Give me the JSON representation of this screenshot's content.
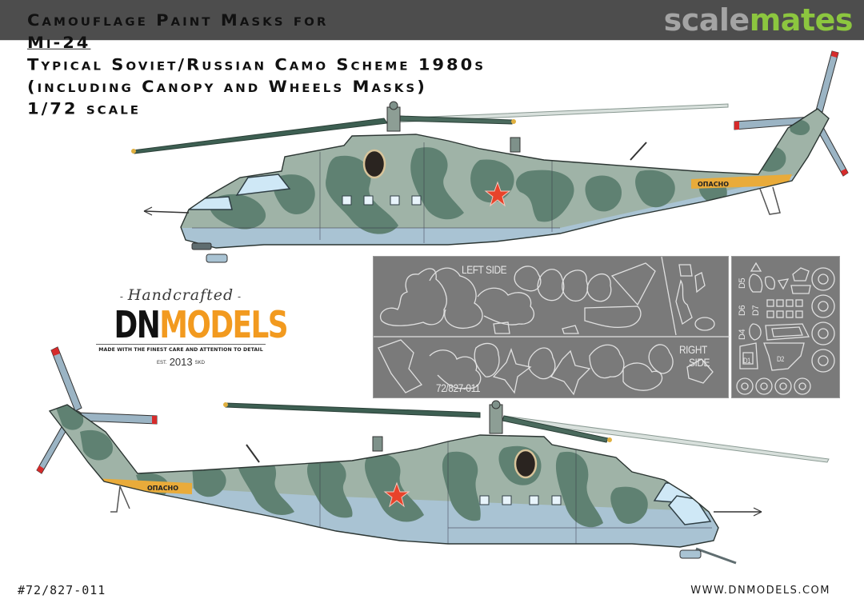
{
  "header": {
    "site_logo": {
      "part1": "scale",
      "part2": "mates"
    },
    "bar_color": "#4d4d4d",
    "logo_colors": {
      "scale": "#a4a4a4",
      "mates": "#8cc63f"
    }
  },
  "title": {
    "line1": "Camouflage Paint Masks for",
    "model": "Mi-24",
    "line2": "Typical Soviet/Russian Camo Scheme 1980s",
    "line3": "(including Canopy and Wheels Masks)",
    "line4": "1/72 scale"
  },
  "brand": {
    "script": "Handcrafted",
    "name_dark": "DN",
    "name_orange": "MODELS",
    "tagline": "MADE WITH THE FINEST CARE AND ATTENTION TO DETAIL",
    "est_left": "EST.",
    "year": "2013",
    "est_right": "SKD",
    "colors": {
      "dark": "#111111",
      "orange": "#f29a1f"
    }
  },
  "mask_sheet": {
    "left_side_label": "LEFT SIDE",
    "right_side_label_1": "RIGHT",
    "right_side_label_2": "SIDE",
    "code": "72/827-011",
    "small_sheet_labels": [
      "D5",
      "D6",
      "D7",
      "D4",
      "D1",
      "D2"
    ],
    "panel_color": "#7a7a7a",
    "outline_color": "#e0e0e0"
  },
  "illustrations": {
    "top": {
      "view": "left side profile",
      "tail_text": "ОПАСНО",
      "marking": "red star"
    },
    "bottom": {
      "view": "right side profile",
      "tail_text": "ОПАСНО",
      "marking": "red star"
    },
    "colors": {
      "camo_light": "#9fb3a7",
      "camo_dark": "#5f8172",
      "underside": "#a9c3d3",
      "canopy": "#cfe8f6",
      "star": "#e8432a",
      "warning_band": "#e9ab3a",
      "rotor_blade": "#3d5f52",
      "tail_rotor": "#9bb4c4",
      "blade_tip": "#d62b2b"
    }
  },
  "footer": {
    "code": "#72/827-011",
    "url": "WWW.DNMODELS.COM"
  }
}
